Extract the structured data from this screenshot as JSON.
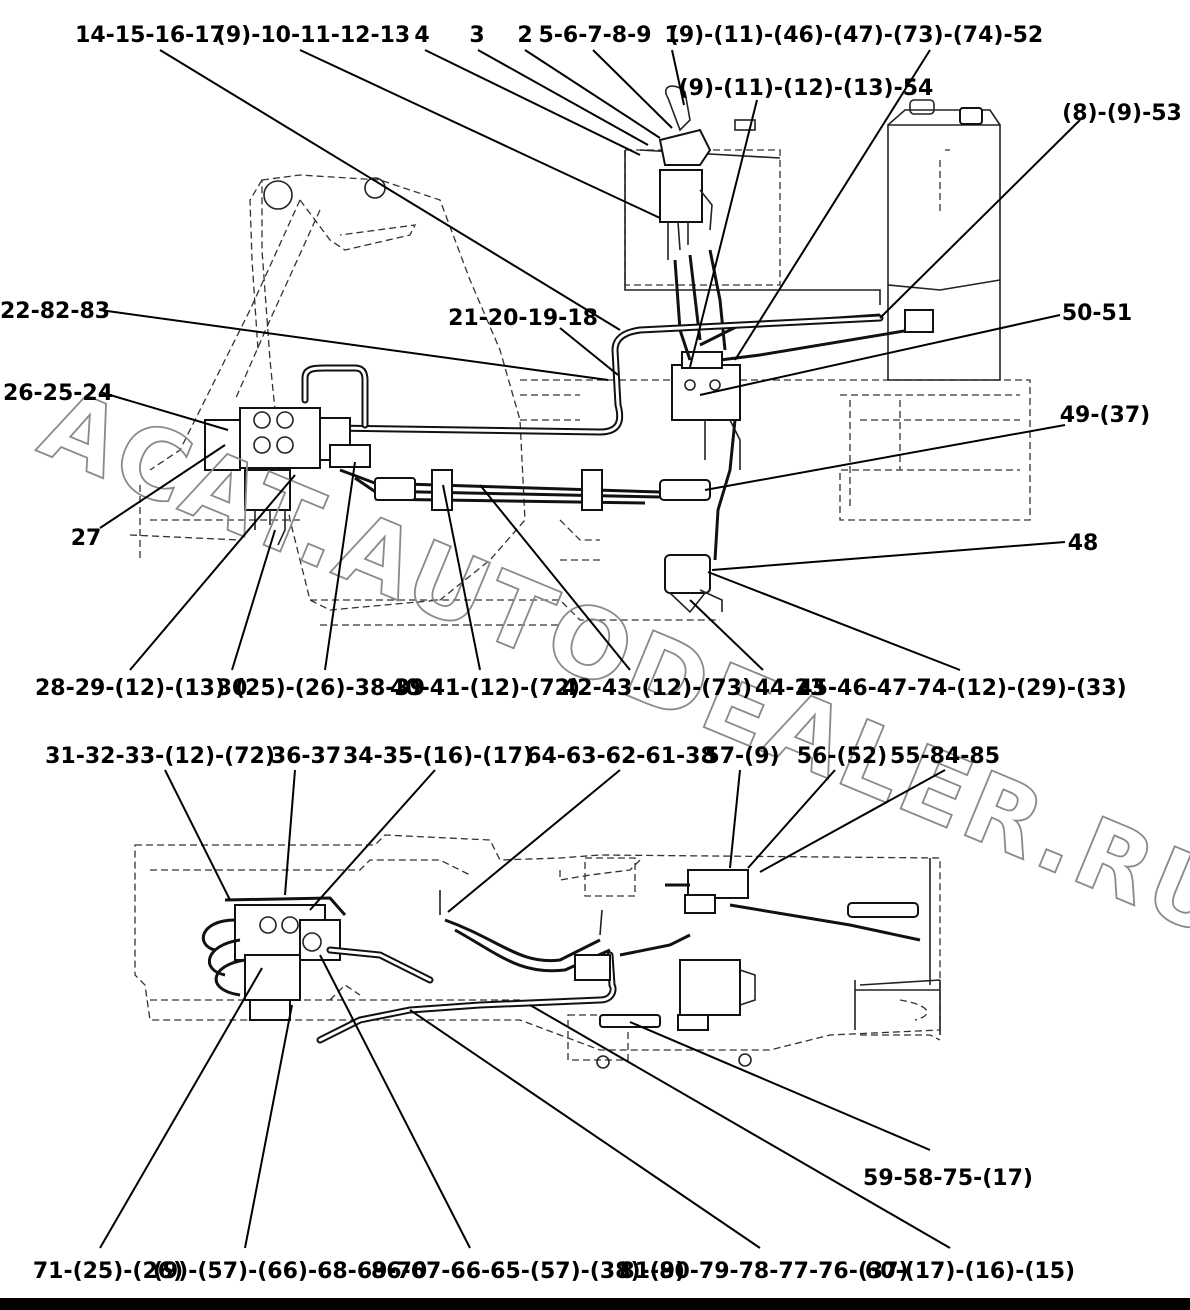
{
  "watermark": "ACAT.AUTODEALER.RU",
  "labels": {
    "top": [
      "14-15-16-17",
      "(9)-10-11-12-13",
      "4",
      "3",
      "2",
      "5-6-7-8-9",
      "1",
      "(9)-(11)-(46)-(47)-(73)-(74)-52",
      "(9)-(11)-(12)-(13)-54",
      "(8)-(9)-53",
      "22-82-83",
      "21-20-19-18",
      "50-51",
      "26-25-24",
      "49-(37)",
      "27",
      "48",
      "28-29-(12)-(13)",
      "30",
      "(25)-(26)-38-39",
      "40-41-(12)-(72)",
      "42-43-(12)-(73)",
      "44-23",
      "45-46-47-74-(12)-(29)-(33)"
    ],
    "bottom": [
      "31-32-33-(12)-(72)",
      "36-37",
      "34-35-(16)-(17)",
      "64-63-62-61-38",
      "57-(9)",
      "56-(52)",
      "55-84-85",
      "59-58-75-(17)",
      "71-(25)-(26)",
      "(9)-(57)-(66)-68-69-70",
      "86-67-66-65-(57)-(38)-(9)",
      "81-80-79-78-77-76-(37)",
      "60-(17)-(16)-(15)"
    ]
  }
}
